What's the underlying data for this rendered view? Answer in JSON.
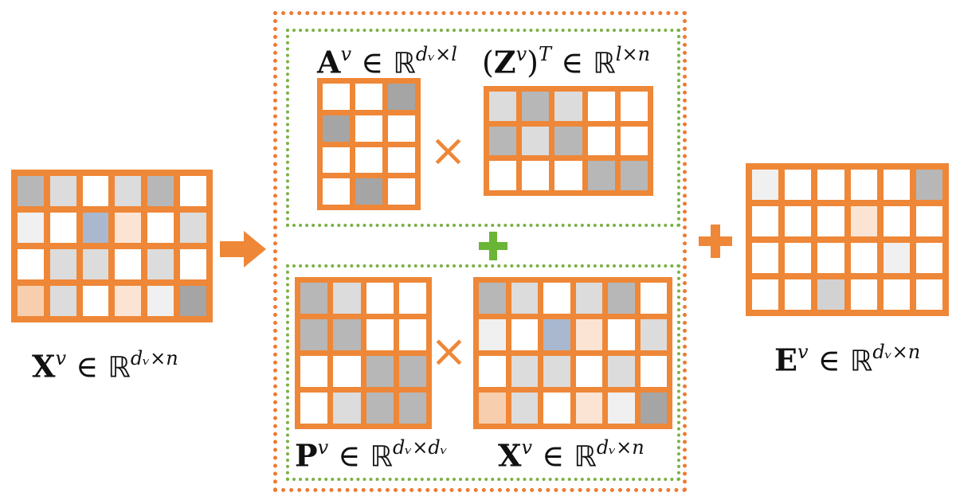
{
  "colors": {
    "orange": "#ee8737",
    "green_plus": "#6bb536",
    "green_dotted": "#7bb042",
    "white": "#ffffff",
    "g1": "#f0f0f0",
    "g2": "#dcdcdc",
    "g3": "#d2d2d2",
    "g4": "#b7b7b7",
    "g5": "#a5a5a5",
    "blue": "#a9b8cf",
    "pe1": "#fce4d4",
    "pe2": "#f8cfae"
  },
  "labels": {
    "X_left": {
      "bold": "X",
      "sup_var": "v",
      "in": " ∈ ",
      "R": "ℝ",
      "exp": "dᵥ×n"
    },
    "A": {
      "bold": "A",
      "sup_var": "v",
      "in": " ∈ ",
      "R": "ℝ",
      "exp": "dᵥ×l"
    },
    "Z": {
      "open": "(",
      "bold": "Z",
      "sup_var": "v",
      "close": ")",
      "T": "T",
      "in": " ∈ ",
      "R": "ℝ",
      "exp": "l×n"
    },
    "P": {
      "bold": "P",
      "sup_var": "v",
      "in": " ∈ ",
      "R": "ℝ",
      "exp": "dᵥ×dᵥ"
    },
    "X_mid": {
      "bold": "X",
      "sup_var": "v",
      "in": " ∈ ",
      "R": "ℝ",
      "exp": "dᵥ×n"
    },
    "E": {
      "bold": "E",
      "sup_var": "v",
      "in": " ∈ ",
      "R": "ℝ",
      "exp": "dᵥ×n"
    }
  },
  "operators": {
    "times": "×"
  },
  "matrices": {
    "X_left": [
      [
        "g4",
        "g2",
        "w",
        "g2",
        "g4",
        "w"
      ],
      [
        "g1",
        "w",
        "blue",
        "pe1",
        "w",
        "g2"
      ],
      [
        "w",
        "g2",
        "g2",
        "w",
        "g2",
        "w"
      ],
      [
        "pe2",
        "g2",
        "w",
        "pe1",
        "g1",
        "g5"
      ]
    ],
    "A": [
      [
        "w",
        "w",
        "g5"
      ],
      [
        "g5",
        "w",
        "w"
      ],
      [
        "w",
        "w",
        "w"
      ],
      [
        "w",
        "g5",
        "w"
      ]
    ],
    "Z": [
      [
        "g2",
        "g4",
        "g2",
        "w",
        "w"
      ],
      [
        "g4",
        "g2",
        "g4",
        "w",
        "w"
      ],
      [
        "w",
        "w",
        "w",
        "g4",
        "g4"
      ]
    ],
    "P": [
      [
        "g4",
        "g2",
        "w",
        "w"
      ],
      [
        "g4",
        "g4",
        "w",
        "w"
      ],
      [
        "w",
        "w",
        "g4",
        "g4"
      ],
      [
        "w",
        "g2",
        "g4",
        "g4"
      ]
    ],
    "X_mid": [
      [
        "g4",
        "g2",
        "w",
        "g2",
        "g4",
        "w"
      ],
      [
        "g1",
        "w",
        "blue",
        "pe1",
        "w",
        "g2"
      ],
      [
        "w",
        "g2",
        "g2",
        "w",
        "g2",
        "w"
      ],
      [
        "pe2",
        "g2",
        "w",
        "pe1",
        "g1",
        "g5"
      ]
    ],
    "E": [
      [
        "g1",
        "w",
        "w",
        "w",
        "w",
        "g4"
      ],
      [
        "w",
        "w",
        "w",
        "pe1",
        "w",
        "w"
      ],
      [
        "w",
        "w",
        "w",
        "w",
        "g1",
        "w"
      ],
      [
        "w",
        "w",
        "g3",
        "w",
        "w",
        "w"
      ]
    ]
  }
}
